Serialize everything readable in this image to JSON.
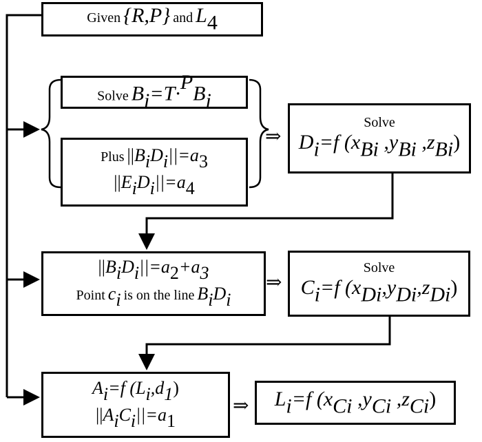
{
  "diagram": {
    "given_box": {
      "prefix": "Given",
      "set": "{R,P}",
      "and": "and",
      "var": "L",
      "var_sub": "4"
    },
    "solve_b_box": {
      "prefix": "Solve",
      "lhs": "B",
      "lhs_sub": "i",
      "eq": "=T·",
      "sup": "P",
      "rhs": "B",
      "rhs_sub": "i"
    },
    "plus_box": {
      "prefix": "Plus",
      "line1_open": "||",
      "b": "B",
      "b_sub": "i",
      "d": "D",
      "d_sub": "i",
      "line1_close": "||=a",
      "line1_sub": "3",
      "line2_open": "||",
      "e": "E",
      "e_sub": "i",
      "d2": "D",
      "d2_sub": "i",
      "line2_close": "||=a",
      "line2_sub": "4"
    },
    "solve_d_box": {
      "title": "Solve",
      "lhs": "D",
      "lhs_sub": "i",
      "eq": "=f (x",
      "x_sub": "Bi",
      "y": " ,y",
      "y_sub": "Bi",
      "z": " ,z",
      "z_sub": "Bi",
      "close": ")"
    },
    "bd_box": {
      "line1_open": "||",
      "b": "B",
      "b_sub": "i",
      "d": "D",
      "d_sub": "i",
      "eq": "||=a",
      "a2_sub": "2",
      "plus": "+a",
      "a3_sub": "3",
      "line2_prefix": "Point",
      "c": "c",
      "c_sub": "i",
      "line2_mid": "is on the line",
      "lb": "B",
      "lb_sub": "i",
      "ld": "D",
      "ld_sub": "i"
    },
    "solve_c_box": {
      "title": "Solve",
      "lhs": "C",
      "lhs_sub": "i",
      "eq": "=f (x",
      "x_sub": "Di",
      "y": ",y",
      "y_sub": "Di",
      "z": ",z",
      "z_sub": "Di",
      "close": ")"
    },
    "a_box": {
      "lhs": "A",
      "lhs_sub": "i",
      "eq": "=f (L",
      "l_sub": "i",
      "mid": ",d",
      "d_sub": "1",
      "close": ")",
      "line2_open": "||",
      "a": "A",
      "a_sub": "i",
      "c": "C",
      "c_sub": "i",
      "line2_close": "||=a",
      "line2_sub": "1"
    },
    "l_box": {
      "lhs": "L",
      "lhs_sub": "i",
      "eq": "=f (x",
      "x_sub": "Ci",
      "y": " ,y",
      "y_sub": "Ci",
      "z": " ,z",
      "z_sub": "Ci",
      "close": ")"
    },
    "implies_symbol": "⇒"
  }
}
